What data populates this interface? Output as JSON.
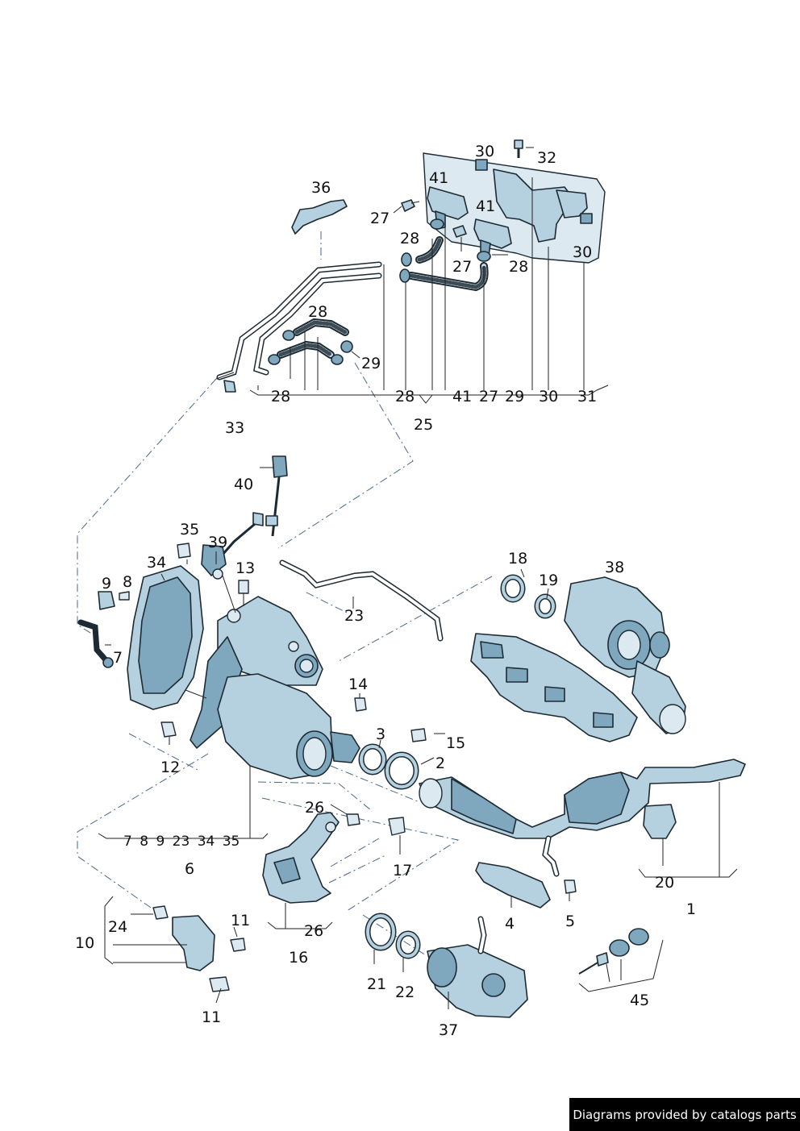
{
  "footer": {
    "text": "Diagrams provided by catalogs parts"
  },
  "callouts": [
    {
      "id": "c30a",
      "text": "30"
    },
    {
      "id": "c32",
      "text": "32"
    },
    {
      "id": "c41a",
      "text": "41"
    },
    {
      "id": "c41b",
      "text": "41"
    },
    {
      "id": "c36",
      "text": "36"
    },
    {
      "id": "c27a",
      "text": "27"
    },
    {
      "id": "c28a",
      "text": "28"
    },
    {
      "id": "c27b",
      "text": "27"
    },
    {
      "id": "c28b",
      "text": "28"
    },
    {
      "id": "c30b",
      "text": "30"
    },
    {
      "id": "c28c",
      "text": "28"
    },
    {
      "id": "c29a",
      "text": "29"
    },
    {
      "id": "g25_28a",
      "text": "28"
    },
    {
      "id": "g25_28b",
      "text": "28"
    },
    {
      "id": "g25_41",
      "text": "41"
    },
    {
      "id": "g25_27",
      "text": "27"
    },
    {
      "id": "g25_29",
      "text": "29"
    },
    {
      "id": "g25_30",
      "text": "30"
    },
    {
      "id": "g25_31",
      "text": "31"
    },
    {
      "id": "c33",
      "text": "33"
    },
    {
      "id": "c25",
      "text": "25"
    },
    {
      "id": "c40",
      "text": "40"
    },
    {
      "id": "c35",
      "text": "35"
    },
    {
      "id": "c39",
      "text": "39"
    },
    {
      "id": "c34",
      "text": "34"
    },
    {
      "id": "c13",
      "text": "13"
    },
    {
      "id": "c9",
      "text": "9"
    },
    {
      "id": "c8",
      "text": "8"
    },
    {
      "id": "c7",
      "text": "7"
    },
    {
      "id": "c23",
      "text": "23"
    },
    {
      "id": "c18",
      "text": "18"
    },
    {
      "id": "c19",
      "text": "19"
    },
    {
      "id": "c38",
      "text": "38"
    },
    {
      "id": "c14",
      "text": "14"
    },
    {
      "id": "c3",
      "text": "3"
    },
    {
      "id": "c15",
      "text": "15"
    },
    {
      "id": "c2",
      "text": "2"
    },
    {
      "id": "c12",
      "text": "12"
    },
    {
      "id": "g6",
      "text": "7 8 9 23 34 35"
    },
    {
      "id": "c6",
      "text": "6"
    },
    {
      "id": "c26a",
      "text": "26"
    },
    {
      "id": "c17",
      "text": "17"
    },
    {
      "id": "c20",
      "text": "20"
    },
    {
      "id": "c1",
      "text": "1"
    },
    {
      "id": "c4",
      "text": "4"
    },
    {
      "id": "c5",
      "text": "5"
    },
    {
      "id": "c24",
      "text": "24"
    },
    {
      "id": "c10",
      "text": "10"
    },
    {
      "id": "c11a",
      "text": "11"
    },
    {
      "id": "c26b",
      "text": "26"
    },
    {
      "id": "c16",
      "text": "16"
    },
    {
      "id": "c21",
      "text": "21"
    },
    {
      "id": "c22",
      "text": "22"
    },
    {
      "id": "c45",
      "text": "45"
    },
    {
      "id": "c11b",
      "text": "11"
    },
    {
      "id": "c37",
      "text": "37"
    }
  ]
}
